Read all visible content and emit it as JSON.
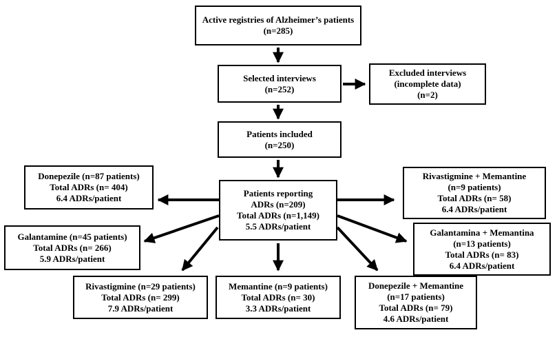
{
  "nodes": {
    "registries": [
      "Active registries of Alzheimer’s patients",
      "(n=285)"
    ],
    "selected": [
      "Selected interviews",
      "(n=252)"
    ],
    "excluded": [
      "Excluded interviews",
      "(incomplete data)",
      "(n=2)"
    ],
    "included": [
      "Patients included",
      "(n=250)"
    ],
    "reporting": [
      "Patients reporting",
      "ADRs (n=209)",
      "Total ADRs (n=1,149)",
      "5.5 ADRs/patient"
    ],
    "donepezile": [
      "Donepezile (n=87 patients)",
      "Total ADRs (n= 404)",
      "6.4 ADRs/patient"
    ],
    "galantamine": [
      "Galantamine (n=45 patients)",
      "Total ADRs (n= 266)",
      "5.9 ADRs/patient"
    ],
    "rivastigmine": [
      "Rivastigmine (n=29 patients)",
      "Total ADRs (n= 299)",
      "7.9 ADRs/patient"
    ],
    "memantine": [
      "Memantine (n=9 patients)",
      "Total ADRs (n= 30)",
      "3.3 ADRs/patient"
    ],
    "donepezile_memantine": [
      "Donepezile + Memantine",
      "(n=17 patients)",
      "Total ADRs (n= 79)",
      "4.6 ADRs/patient"
    ],
    "galantamina_memantina": [
      "Galantamina + Memantina",
      "(n=13 patients)",
      "Total ADRs (n= 83)",
      "6.4 ADRs/patient"
    ],
    "rivastigmine_memantine": [
      "Rivastigmine + Memantine",
      "(n=9 patients)",
      "Total ADRs (n= 58)",
      "6.4 ADRs/patient"
    ]
  }
}
